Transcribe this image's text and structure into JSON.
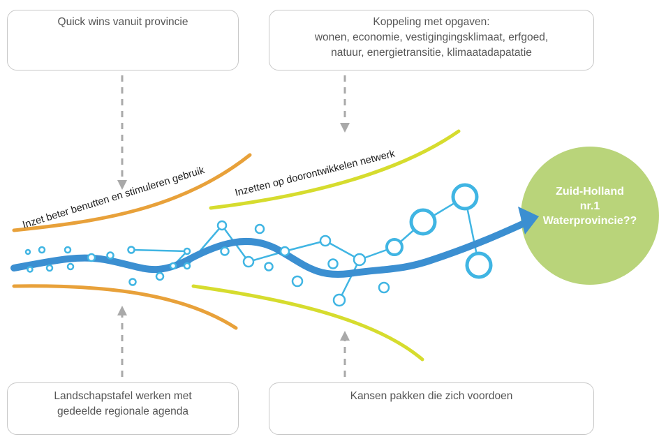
{
  "boxes": {
    "top_left": {
      "text": "Quick wins vanuit provincie"
    },
    "top_right": {
      "line1": "Koppeling met opgaven:",
      "line2": "wonen, economie, vestigingingsklimaat, erfgoed,",
      "line3": "natuur, energietransitie, klimaatadapatatie"
    },
    "bottom_left": {
      "line1": "Landschapstafel werken met",
      "line2": "gedeelde regionale agenda"
    },
    "bottom_right": {
      "text": "Kansen pakken die zich voordoen"
    }
  },
  "labels": {
    "orange_band": "Inzet beter benutten en stimuleren gebruik",
    "yellow_band": "Inzetten op doorontwikkelen netwerk"
  },
  "goal": {
    "line1": "Zuid-Holland",
    "line2": "nr.1",
    "line3": "Waterprovincie??"
  },
  "colors": {
    "river": "#3b8fd1",
    "network": "#40b5e3",
    "orange_band": "#e8a13a",
    "yellow_band": "#d6dc2e",
    "goal_circle": "#b9d47a",
    "dashed_arrow": "#a9a9a9",
    "box_border": "#c8c8c8"
  }
}
